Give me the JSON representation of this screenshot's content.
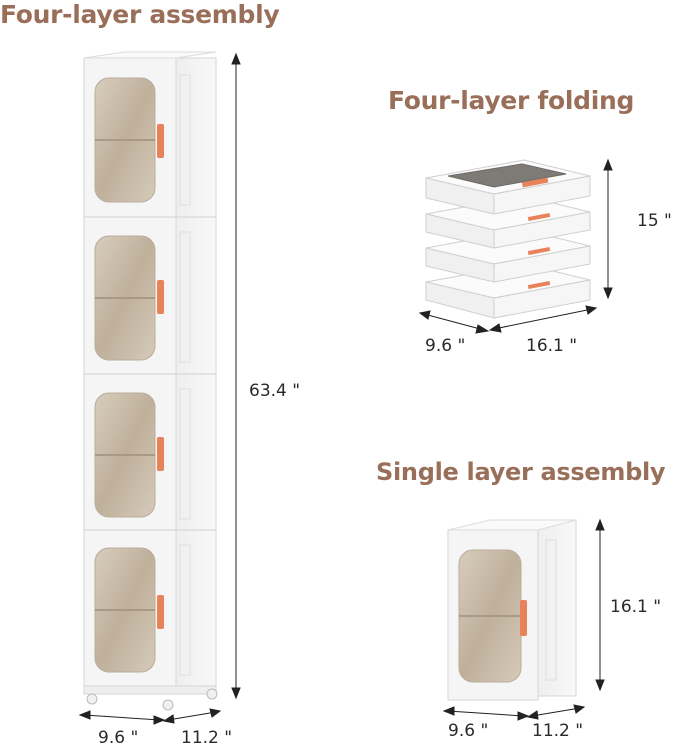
{
  "headings": {
    "four_layer_assembly": "Four-layer assembly",
    "four_layer_folding": "Four-layer folding",
    "single_layer_assembly": "Single layer assembly"
  },
  "dimensions": {
    "tall_height": "63.4 \"",
    "tall_depth": "9.6 \"",
    "tall_width": "11.2 \"",
    "folded_height": "15 \"",
    "folded_depth": "9.6 \"",
    "folded_width": "16.1 \"",
    "single_height": "16.1 \"",
    "single_depth": "9.6 \"",
    "single_width": "11.2 \""
  },
  "colors": {
    "heading": "#9a6f59",
    "handle": "#e8825a",
    "cabinet": "#f4f4f4",
    "window": "#c9bba8"
  }
}
